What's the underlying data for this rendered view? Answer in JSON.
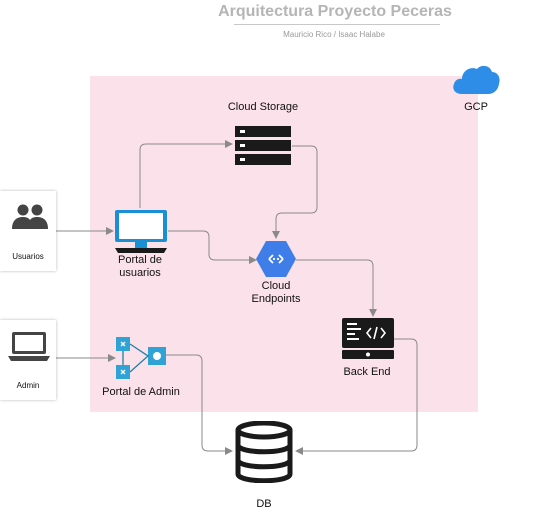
{
  "title": "Arquitectura Proyecto Peceras",
  "subtitle": "Mauricio Rico / Isaac Halabe",
  "zone": {
    "label": "GCP",
    "icon": "cloud-icon",
    "fill": "#fbe1e9",
    "icon_color": "#2e8de6"
  },
  "actors": {
    "users": {
      "label": "Usuarios",
      "icon": "users-icon"
    },
    "admin": {
      "label": "Admin",
      "icon": "laptop-icon"
    }
  },
  "nodes": {
    "cloud_storage": {
      "label": "Cloud Storage",
      "icon": "server-stack-icon"
    },
    "portal_users": {
      "label_line1": "Portal de",
      "label_line2": "usuarios",
      "icon": "monitor-icon",
      "color": "#1a8fd6"
    },
    "cloud_endpoints": {
      "label_line1": "Cloud",
      "label_line2": "Endpoints",
      "icon": "api-endpoint-icon",
      "color": "#3f7ee8"
    },
    "backend": {
      "label": "Back End",
      "icon": "code-terminal-icon"
    },
    "portal_admin": {
      "label": "Portal de Admin",
      "icon": "network-nodes-icon",
      "color": "#2fa3d6"
    },
    "db": {
      "label": "DB",
      "icon": "database-icon"
    }
  },
  "edges": [
    {
      "from": "Usuarios",
      "to": "Portal de usuarios"
    },
    {
      "from": "Portal de usuarios",
      "to": "Cloud Storage"
    },
    {
      "from": "Cloud Storage",
      "to": "Cloud Endpoints"
    },
    {
      "from": "Portal de usuarios",
      "to": "Cloud Endpoints"
    },
    {
      "from": "Cloud Endpoints",
      "to": "Back End"
    },
    {
      "from": "Back End",
      "to": "DB"
    },
    {
      "from": "Admin",
      "to": "Portal de Admin"
    },
    {
      "from": "Portal de Admin",
      "to": "DB"
    }
  ]
}
